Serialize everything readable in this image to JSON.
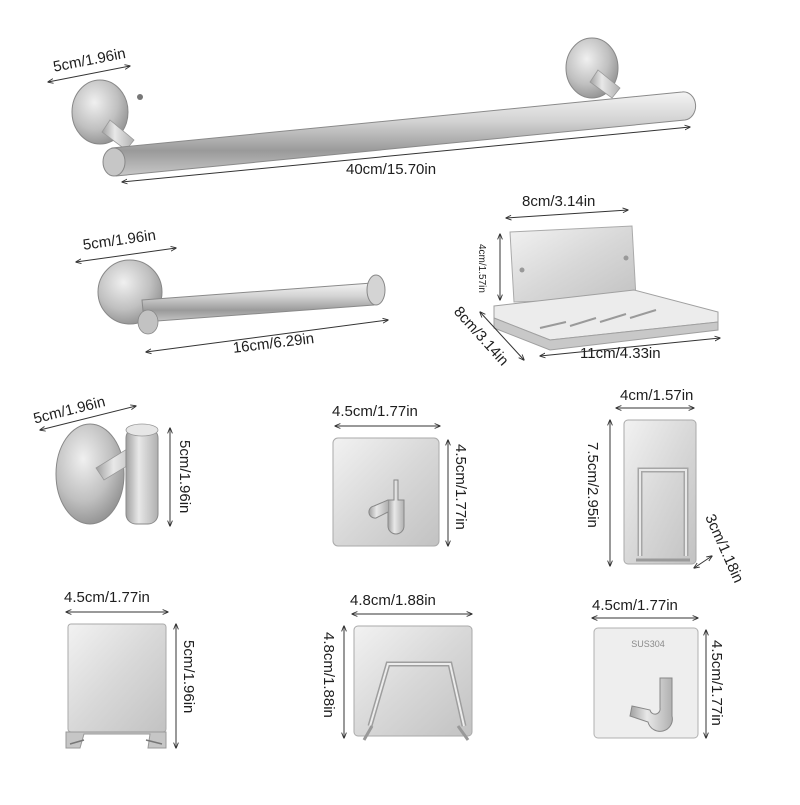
{
  "dimensions": {
    "towel_bar_mount": "5cm/1.96in",
    "towel_bar_length": "40cm/15.70in",
    "paper_holder_mount": "5cm/1.96in",
    "paper_holder_length": "16cm/6.29in",
    "soap_dish_width": "8cm/3.14in",
    "soap_dish_height": "4cm/1.57in",
    "soap_dish_depth": "8cm/3.14in",
    "soap_dish_length": "11cm/4.33in",
    "robe_hook_mount": "5cm/1.96in",
    "robe_hook_height": "5cm/1.96in",
    "square_hook_width": "4.5cm/1.77in",
    "square_hook_height": "4.5cm/1.77in",
    "razor_holder_width": "4cm/1.57in",
    "razor_holder_height": "7.5cm/2.95in",
    "razor_holder_depth": "3cm/1.18in",
    "shower_hook_width": "4.5cm/1.77in",
    "shower_hook_height": "5cm/1.96in",
    "sponge_holder_width": "4.8cm/1.88in",
    "sponge_holder_height": "4.8cm/1.88in",
    "adhesive_hook_width": "4.5cm/1.77in",
    "adhesive_hook_height": "4.5cm/1.77in"
  },
  "engraving": "SUS304",
  "colors": {
    "metal_light": "#eeeeee",
    "metal_mid": "#c4c4c4",
    "metal_dark": "#8a8a8a",
    "line": "#333333"
  }
}
